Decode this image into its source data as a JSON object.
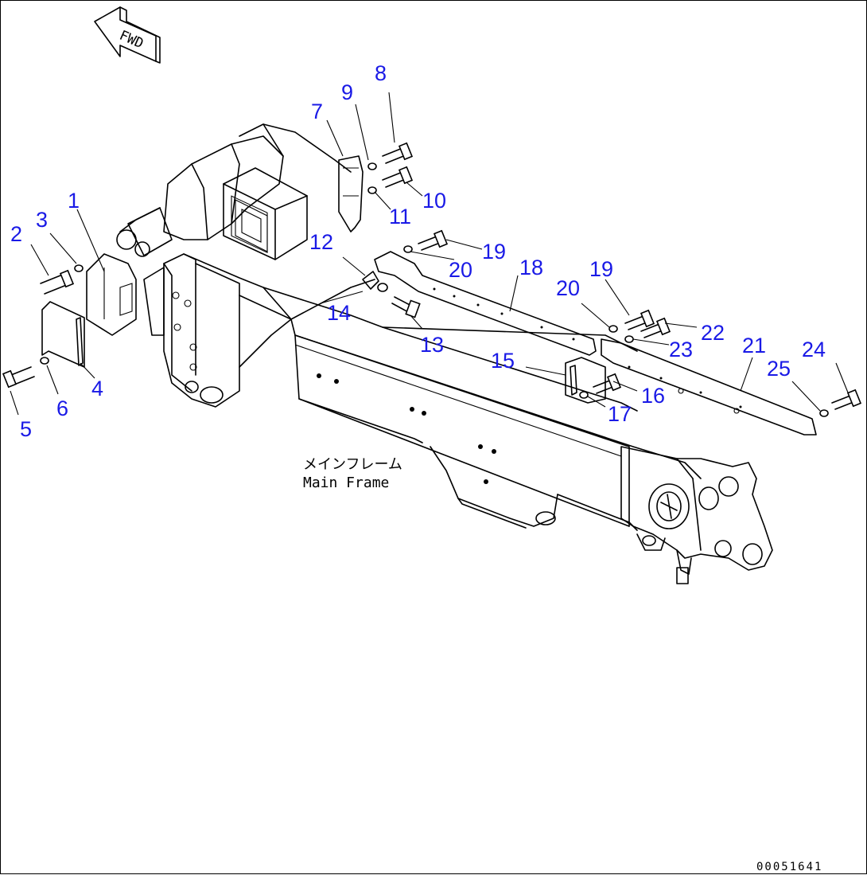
{
  "direction_label": "FWD",
  "caption": {
    "japanese": "メインフレーム",
    "english": "Main Frame"
  },
  "document_number": "00051641",
  "callout_color": "#1a1ae6",
  "callouts": [
    "1",
    "2",
    "3",
    "4",
    "5",
    "6",
    "7",
    "8",
    "9",
    "10",
    "11",
    "12",
    "13",
    "14",
    "15",
    "16",
    "17",
    "18",
    "19",
    "19",
    "20",
    "20",
    "21",
    "22",
    "23",
    "24",
    "25"
  ]
}
